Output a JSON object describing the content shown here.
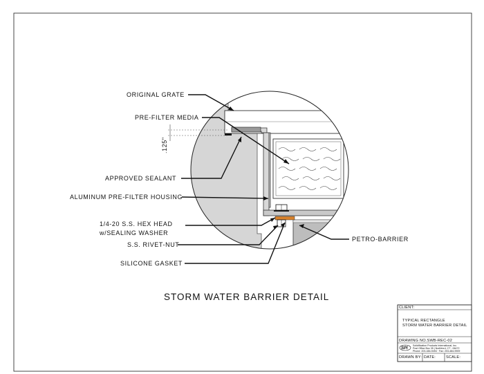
{
  "drawing": {
    "title": "STORM WATER BARRIER DETAIL",
    "dimension": ".125\"",
    "labels": {
      "original_grate": "ORIGINAL GRATE",
      "pre_filter_media": "PRE-FILTER MEDIA",
      "approved_sealant": "APPROVED SEALANT",
      "aluminum_housing": "ALUMINUM PRE-FILTER HOUSING",
      "hex_head_line1": "1/4-20  S.S. HEX HEAD",
      "hex_head_line2": "w/SEALING WASHER",
      "rivet_nut": "S.S. RIVET-NUT",
      "silicone_gasket": "SILICONE GASKET",
      "petro_barrier": "PETRO-BARRIER"
    }
  },
  "title_block": {
    "client_label": "CLIENT:",
    "desc_line1": "TYPICAL RECTANGLE",
    "desc_line2": "STORM WATER BARRIER DETAIL",
    "drawing_no": "DRAWING NO.SWB-REC-02",
    "company_abbrev": "SPI",
    "company_name": "Solidification Products International, Inc.",
    "company_addr": "Post Office Box 35 | Northford, CT - 06472",
    "company_phone": "Phone: 203-484-9494 · Fax: 203-484-9909",
    "drawn_by_label": "DRAWN BY:",
    "date_label": "DATE:",
    "scale_label": "SCALE:"
  },
  "colors": {
    "gasket": "#d9822b",
    "housing_fill": "#d8d8d8",
    "barrier_fill": "#bdbdbd",
    "line": "#111111"
  }
}
